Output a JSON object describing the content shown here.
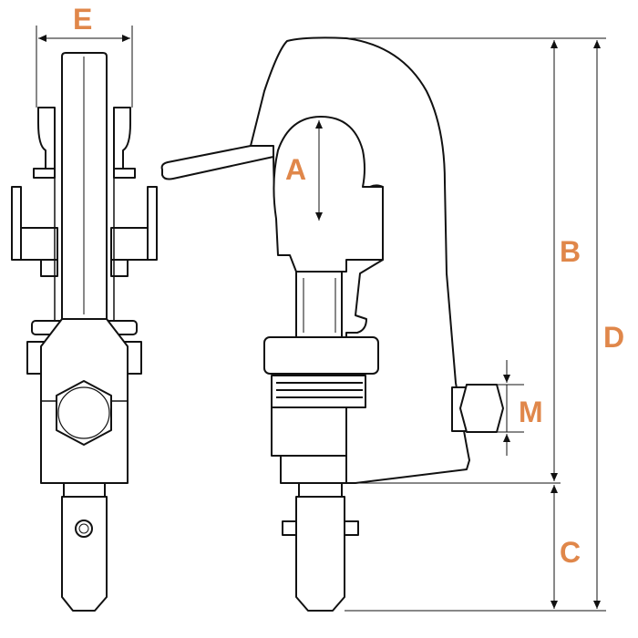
{
  "colors": {
    "label": "#E0874A",
    "line": "#111111",
    "background": "#ffffff"
  },
  "labels": {
    "E": "E",
    "A": "A",
    "B": "B",
    "D": "D",
    "M": "M",
    "C": "C"
  }
}
